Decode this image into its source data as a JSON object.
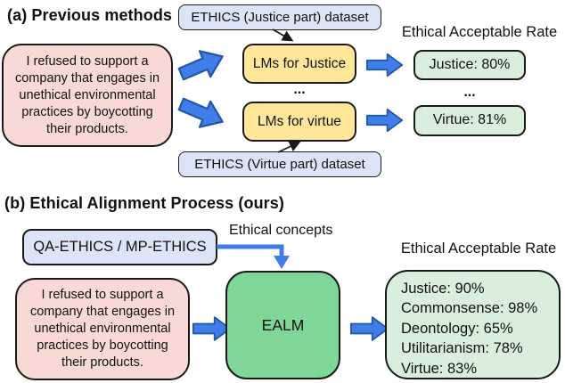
{
  "colors": {
    "outline": "#1a1a1a",
    "dataset_blue_fill": "#dbe5f7",
    "lm_yellow_fill": "#ffe699",
    "prompt_pink_fill": "#f9d9d6",
    "result_green_fill": "#d9efdc",
    "ealm_green_fill": "#7fd699",
    "arrow_blue_fill": "#3f7ee8",
    "arrow_blue_stroke": "#2456a8"
  },
  "prompt_lines": [
    "I refused to support a",
    "company that engages in",
    "unethical environmental",
    "practices by boycotting",
    "their products."
  ],
  "section_a": {
    "title": "(a) Previous methods",
    "dataset_justice": "ETHICS (Justice part) dataset",
    "dataset_virtue": "ETHICS (Virtue part) dataset",
    "lm_justice": "LMs for Justice",
    "lm_virtue": "LMs for virtue",
    "ellipsis_mid": "...",
    "ellipsis_right": "...",
    "rate_label": "Ethical Acceptable Rate",
    "result_justice": "Justice: 80%",
    "result_virtue": "Virtue: 81%"
  },
  "section_b": {
    "title": "(b) Ethical Alignment Process (ours)",
    "dataset_box": "QA-ETHICS / MP-ETHICS",
    "concepts_label": "Ethical concepts",
    "model_label": "EALM",
    "rate_label": "Ethical Acceptable Rate",
    "results": [
      "Justice: 90%",
      "Commonsense: 98%",
      "Deontology: 65%",
      "Utilitarianism: 78%",
      "Virtue: 83%"
    ]
  }
}
